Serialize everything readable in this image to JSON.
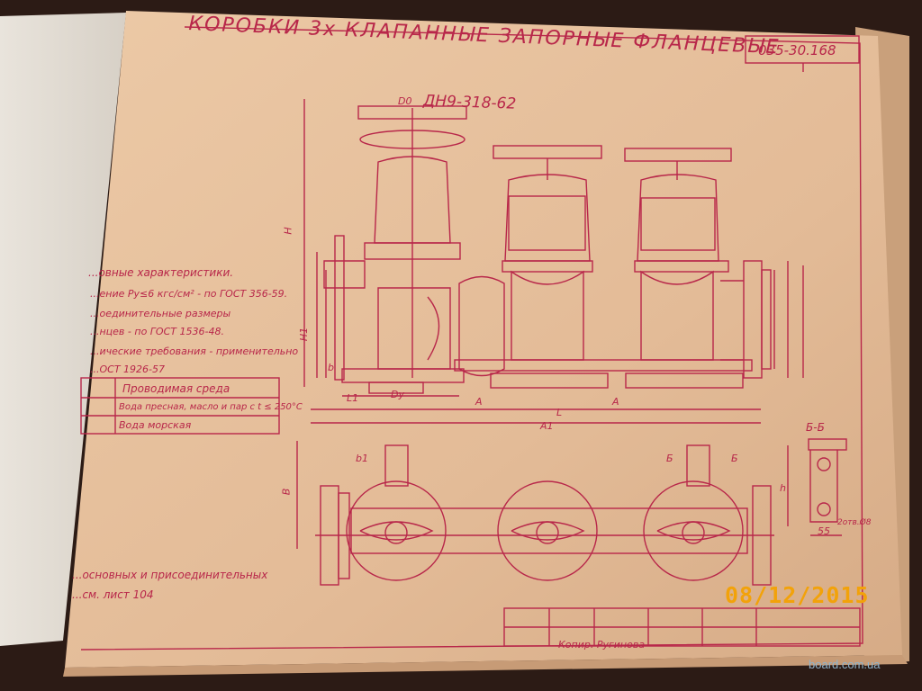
{
  "drawing": {
    "doc_number": "035-30.168",
    "title_line1": "КОРОБКИ 3x КЛАПАННЫЕ ЗАПОРНЫЕ ФЛАНЦЕВЫЕ",
    "standard": "ДН9-318-62",
    "section_label": "Б-Б",
    "dim_55": "55",
    "dim_thread": "2отв.Ø8",
    "spec_heading": "...овные характеристики.",
    "spec_line1": "...ение Ру≤6 кгс/см² - по ГОСТ 356-59.",
    "spec_line2": "...оединительные размеры",
    "spec_line3": "...нцев - по ГОСТ 1536-48.",
    "spec_line4": "...ические требования - применительно",
    "spec_line5": "...ОСТ 1926-57",
    "table_header": "Проводимая среда",
    "table_row1": "Вода пресная, масло и пар с t ≤ 250°С",
    "table_row2": "Вода морская",
    "footer_note1": "...основных и присоединительных",
    "footer_note2": "...см. лист 104",
    "copied_by": "Копир. Ругинова",
    "dim_L": "L",
    "dim_A": "A",
    "dim_A1": "A1",
    "dim_L1": "L1",
    "dim_Dy": "Dy",
    "dim_H": "H",
    "dim_H1": "H1",
    "dim_B": "B",
    "dim_b1": "b1",
    "dim_D0": "D0",
    "dim_h": "h",
    "dim_b": "b",
    "cut_mark": "Б"
  },
  "photo": {
    "date_stamp": "08/12/2015",
    "watermark": "board.com.ua"
  },
  "colors": {
    "paper": "#e6c3a0",
    "ink": "#b8274a",
    "stamp": "#f2a20a"
  }
}
